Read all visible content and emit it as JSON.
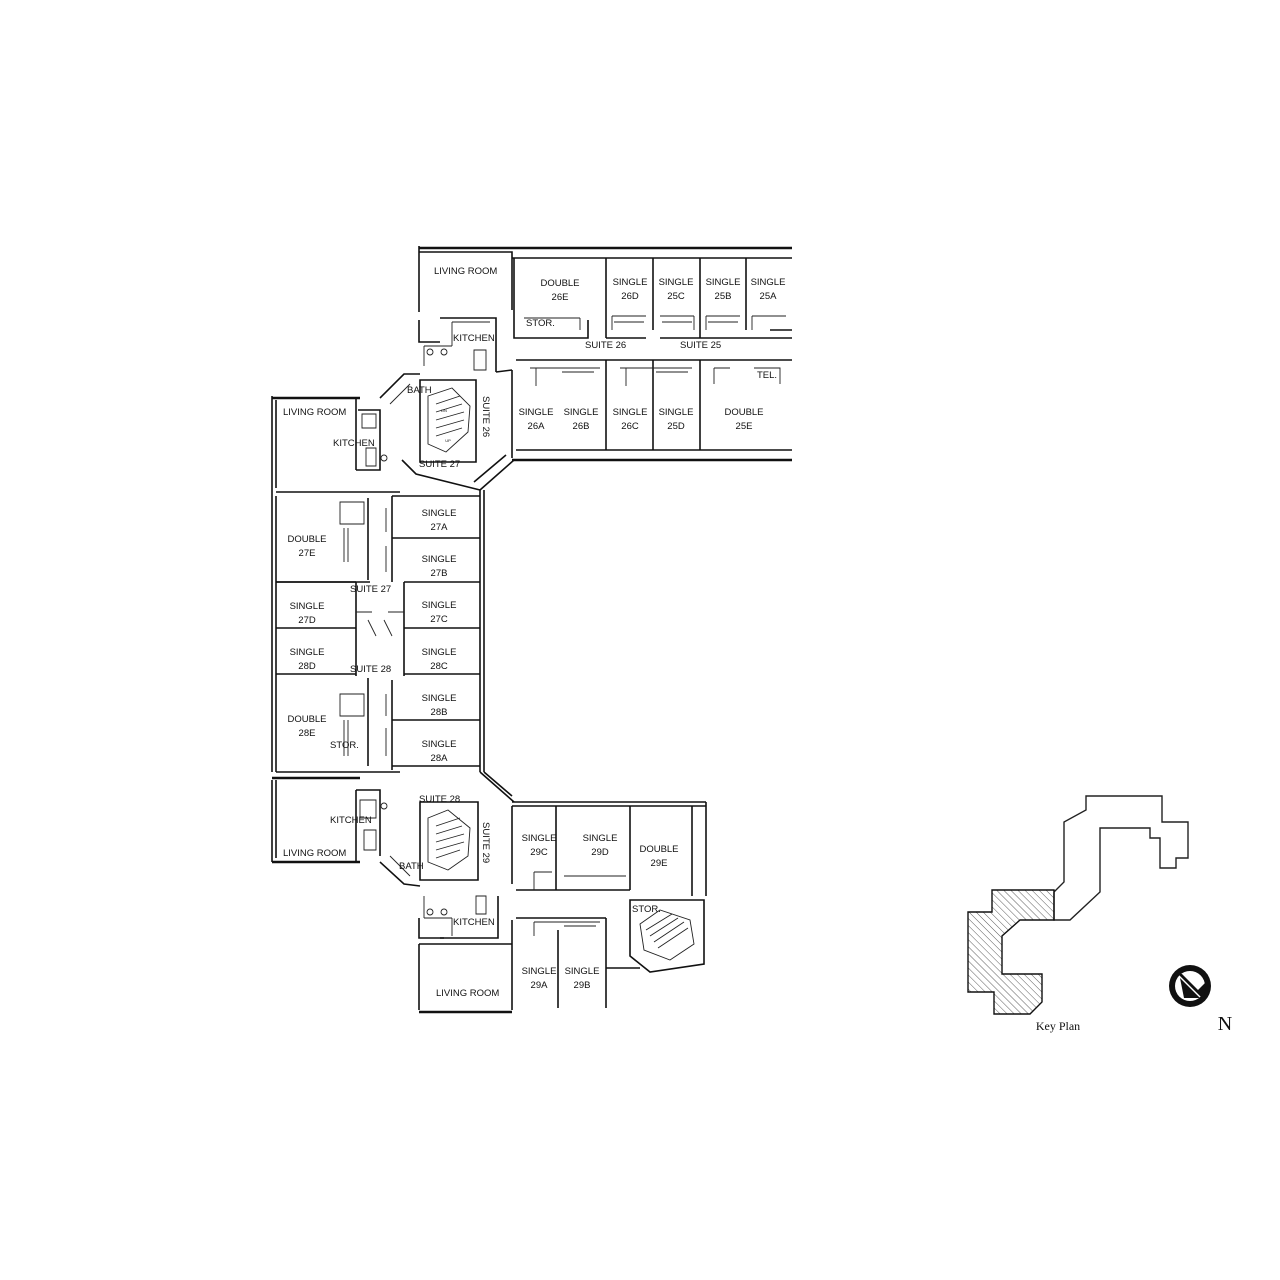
{
  "rooms": {
    "living_26": "LIVING ROOM",
    "double_26e": [
      "DOUBLE",
      "26E"
    ],
    "single_26d": [
      "SINGLE",
      "26D"
    ],
    "single_25c": [
      "SINGLE",
      "25C"
    ],
    "single_25b": [
      "SINGLE",
      "25B"
    ],
    "single_25a": [
      "SINGLE",
      "25A"
    ],
    "single_26a": [
      "SINGLE",
      "26A"
    ],
    "single_26b": [
      "SINGLE",
      "26B"
    ],
    "single_26c": [
      "SINGLE",
      "26C"
    ],
    "single_25d": [
      "SINGLE",
      "25D"
    ],
    "double_25e": [
      "DOUBLE",
      "25E"
    ],
    "living_27": "LIVING ROOM",
    "double_27e": [
      "DOUBLE",
      "27E"
    ],
    "single_27a": [
      "SINGLE",
      "27A"
    ],
    "single_27b": [
      "SINGLE",
      "27B"
    ],
    "single_27d": [
      "SINGLE",
      "27D"
    ],
    "single_27c": [
      "SINGLE",
      "27C"
    ],
    "single_28d": [
      "SINGLE",
      "28D"
    ],
    "single_28c": [
      "SINGLE",
      "28C"
    ],
    "double_28e": [
      "DOUBLE",
      "28E"
    ],
    "single_28b": [
      "SINGLE",
      "28B"
    ],
    "single_28a": [
      "SINGLE",
      "28A"
    ],
    "living_28": "LIVING ROOM",
    "single_29c": [
      "SINGLE",
      "29C"
    ],
    "single_29d": [
      "SINGLE",
      "29D"
    ],
    "double_29e": [
      "DOUBLE",
      "29E"
    ],
    "single_29a": [
      "SINGLE",
      "29A"
    ],
    "single_29b": [
      "SINGLE",
      "29B"
    ],
    "living_29": "LIVING ROOM"
  },
  "service": {
    "kitchen_top": "KITCHEN",
    "kitchen_27": "KITCHEN",
    "kitchen_28": "KITCHEN",
    "kitchen_bottom": "KITCHEN",
    "bath_top": "BATH",
    "bath_bottom": "BATH",
    "stor_26": "STOR.",
    "stor_28": "STOR.",
    "stor_29": "STOR.",
    "tel": "TEL.",
    "stair_dn": "DN",
    "stair_up": "UP"
  },
  "suites": {
    "suite_26_corr": "SUITE 26",
    "suite_25_corr": "SUITE 25",
    "suite_26_vert": "SUITE 26",
    "suite_27_stair": "SUITE 27",
    "suite_27_mid": "SUITE 27",
    "suite_28_mid": "SUITE 28",
    "suite_28_stair": "SUITE 28",
    "suite_29_vert": "SUITE 29"
  },
  "key_plan": {
    "label": "Key Plan",
    "north": "N"
  }
}
